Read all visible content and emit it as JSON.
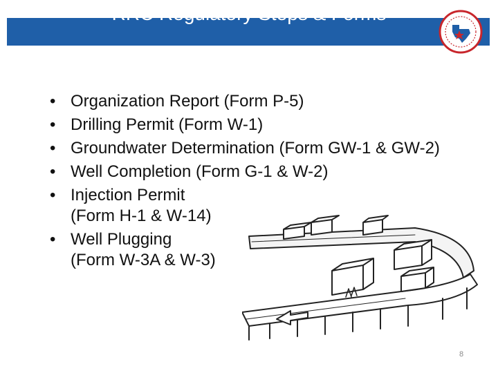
{
  "slide": {
    "title": "RRC Regulatory Steps & Forms",
    "page_number": "8",
    "bullet_char": "•",
    "bullets": [
      {
        "line1": "Organization Report (Form P-5)",
        "line2": ""
      },
      {
        "line1": "Drilling Permit (Form W-1)",
        "line2": ""
      },
      {
        "line1": "Groundwater Determination (Form GW-1 & GW-2)",
        "line2": ""
      },
      {
        "line1": "Well Completion (Form G-1 & W-2)",
        "line2": ""
      },
      {
        "line1": "Injection Permit",
        "line2": "(Form H-1 & W-14)"
      },
      {
        "line1": "Well Plugging",
        "line2": "(Form W-3A & W-3)"
      }
    ]
  },
  "colors": {
    "header_bar": "#1f5fa8",
    "title_text": "#ffffff",
    "seal_red": "#c8262c",
    "seal_blue": "#1f5fa8"
  },
  "icons": {
    "seal": "texas-seal-icon",
    "illustration": "conveyor-belt-boxes-icon"
  }
}
